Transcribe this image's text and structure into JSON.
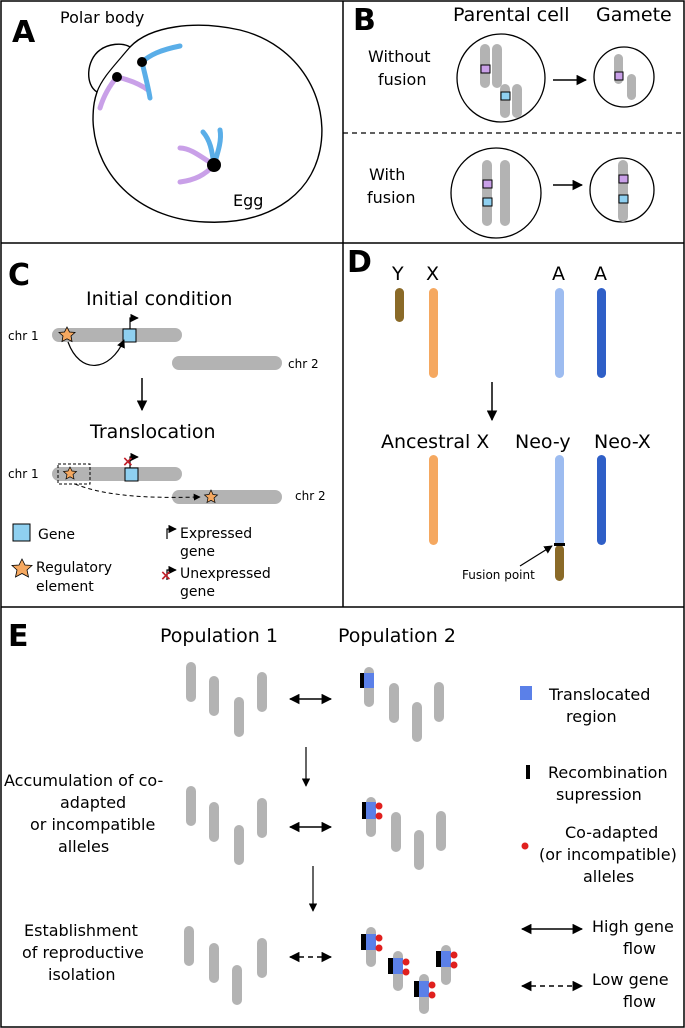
{
  "panelA": {
    "letter": "A",
    "polar_body": "Polar body",
    "egg": "Egg"
  },
  "panelB": {
    "letter": "B",
    "parental_cell": "Parental cell",
    "gamete": "Gamete",
    "without_line1": "Without",
    "without_line2": "fusion",
    "with_line1": "With",
    "with_line2": "fusion"
  },
  "panelC": {
    "letter": "C",
    "initial": "Initial condition",
    "translocation": "Translocation",
    "chr1": "chr 1",
    "chr2": "chr 2",
    "legend_gene": "Gene",
    "legend_reg_1": "Regulatory",
    "legend_reg_2": "element",
    "legend_expr_1": "Expressed",
    "legend_expr_2": "gene",
    "legend_unexpr_1": "Unexpressed",
    "legend_unexpr_2": "gene"
  },
  "panelD": {
    "letter": "D",
    "y": "Y",
    "x": "X",
    "a1": "A",
    "a2": "A",
    "ancestral_x": "Ancestral X",
    "neo_y": "Neo-y",
    "neo_x": "Neo-X",
    "fusion_point": "Fusion point"
  },
  "panelE": {
    "letter": "E",
    "pop1": "Population 1",
    "pop2": "Population 2",
    "accum_1": "Accumulation of co-",
    "accum_2": "adapted",
    "accum_3": "or incompatible",
    "accum_4": "alleles",
    "estab_1": "Establishment",
    "estab_2": "of reproductive",
    "estab_3": "isolation",
    "leg_transloc_1": "Translocated",
    "leg_transloc_2": "region",
    "leg_recomb_1": "Recombination",
    "leg_recomb_2": "supression",
    "leg_coadapt_1": "Co-adapted",
    "leg_coadapt_2": "(or incompatible)",
    "leg_coadapt_3": "alleles",
    "leg_high_1": "High gene",
    "leg_high_2": "flow",
    "leg_low_1": "Low gene",
    "leg_low_2": "flow"
  },
  "colors": {
    "gray_chrom": "#b3b3b3",
    "blue_light": "#5aaee8",
    "purple_light": "#c9a0e8",
    "orange": "#f5a860",
    "light_blue_a": "#9dbcf0",
    "dark_blue_a": "#2f5fc7",
    "brown": "#8a6a28",
    "translocated": "#5b80e8",
    "allele_red": "#e0201e"
  }
}
